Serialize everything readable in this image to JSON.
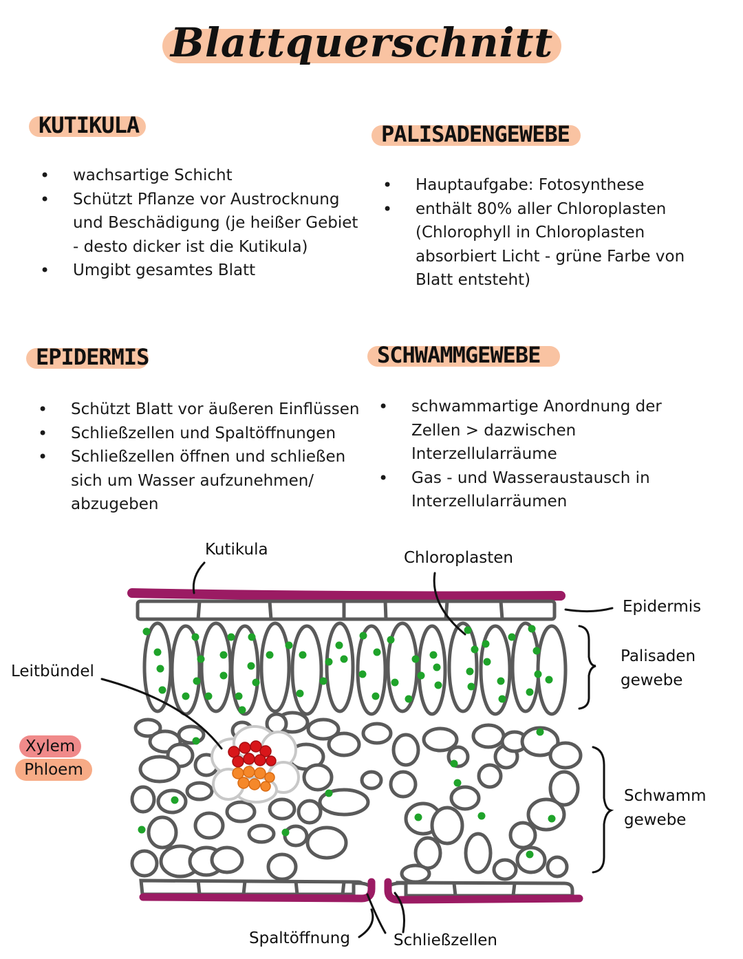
{
  "title": "Blattquerschnitt",
  "sections": {
    "kutikula": {
      "heading": "KUTIKULA",
      "items": [
        "wachsartige Schicht",
        "Schützt Pflanze vor Austrocknung und Beschädigung (je heißer Gebiet - desto dicker ist die Kutikula)",
        "Umgibt gesamtes Blatt"
      ]
    },
    "palisadengewebe": {
      "heading": "PALISADENGEWEBE",
      "items": [
        "Hauptaufgabe: Fotosynthese",
        "enthält 80% aller Chloroplasten (Chlorophyll in Chloroplasten absorbiert Licht - grüne Farbe von Blatt entsteht)"
      ]
    },
    "epidermis": {
      "heading": "EPIDERMIS",
      "items": [
        "Schützt Blatt vor äußeren Einflüssen",
        "Schließzellen und Spaltöffnungen",
        "Schließzellen öffnen und schließen sich um Wasser aufzunehmen/ abzugeben"
      ]
    },
    "schwammgewebe": {
      "heading": "SCHWAMMGEWEBE",
      "items": [
        "schwammartige Anordnung der Zellen > dazwischen Interzellularräume",
        "Gas - und Wasseraustausch in Interzellularräumen"
      ]
    }
  },
  "diagram_labels": {
    "kutikula": "Kutikula",
    "chloroplasten": "Chloroplasten",
    "epidermis": "Epidermis",
    "palisaden_line1": "Palisaden",
    "palisaden_line2": "gewebe",
    "leitbuendel": "Leitbündel",
    "schwamm_line1": "Schwamm",
    "schwamm_line2": "gewebe",
    "spaltoeffnung": "Spaltöffnung",
    "schliesszellen": "Schließzellen"
  },
  "legend": {
    "xylem": "Xylem",
    "phloem": "Phloem"
  },
  "colors": {
    "accent_peach": "#f9c3a2",
    "cuticle": "#9b1b63",
    "cell_outline": "#5a5a5a",
    "chloroplast": "#1fa32a",
    "xylem": "#d8161a",
    "phloem": "#f5882a",
    "xylem_pill": "#f08a8a",
    "phloem_pill": "#f7ab86"
  }
}
